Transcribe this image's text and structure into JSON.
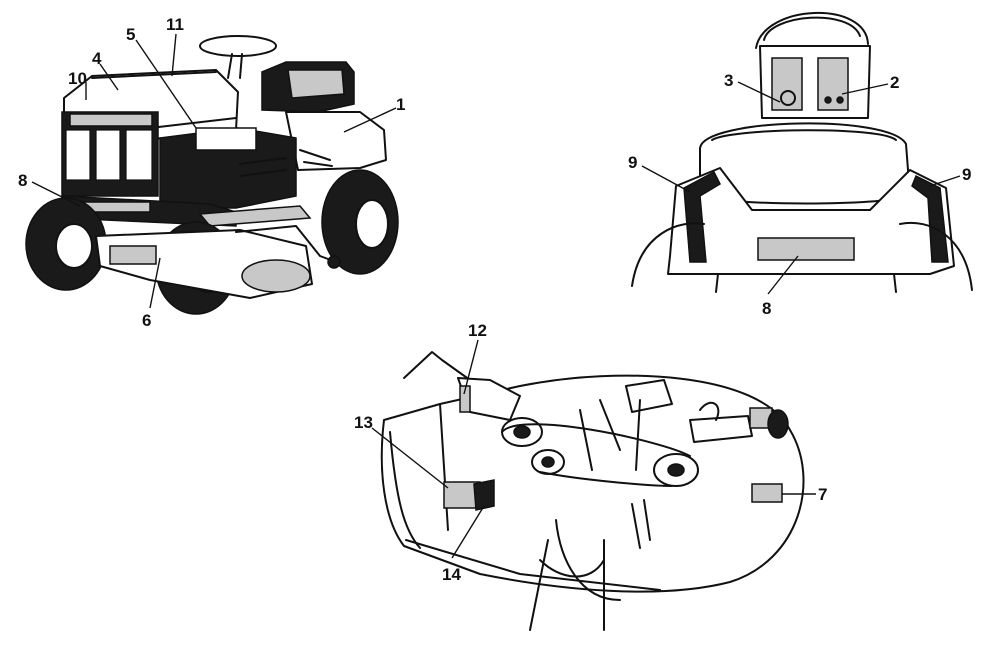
{
  "diagram": {
    "panels": [
      "tractor-front-view",
      "tractor-rear-view",
      "mower-deck-view"
    ],
    "callouts": [
      {
        "id": "c1",
        "label": "1"
      },
      {
        "id": "c2",
        "label": "2"
      },
      {
        "id": "c3",
        "label": "3"
      },
      {
        "id": "c4",
        "label": "4"
      },
      {
        "id": "c5",
        "label": "5"
      },
      {
        "id": "c6",
        "label": "6"
      },
      {
        "id": "c7",
        "label": "7"
      },
      {
        "id": "c8a",
        "label": "8"
      },
      {
        "id": "c8b",
        "label": "8"
      },
      {
        "id": "c9a",
        "label": "9"
      },
      {
        "id": "c9b",
        "label": "9"
      },
      {
        "id": "c10",
        "label": "10"
      },
      {
        "id": "c11",
        "label": "11"
      },
      {
        "id": "c12",
        "label": "12"
      },
      {
        "id": "c13",
        "label": "13"
      },
      {
        "id": "c14",
        "label": "14"
      }
    ]
  }
}
